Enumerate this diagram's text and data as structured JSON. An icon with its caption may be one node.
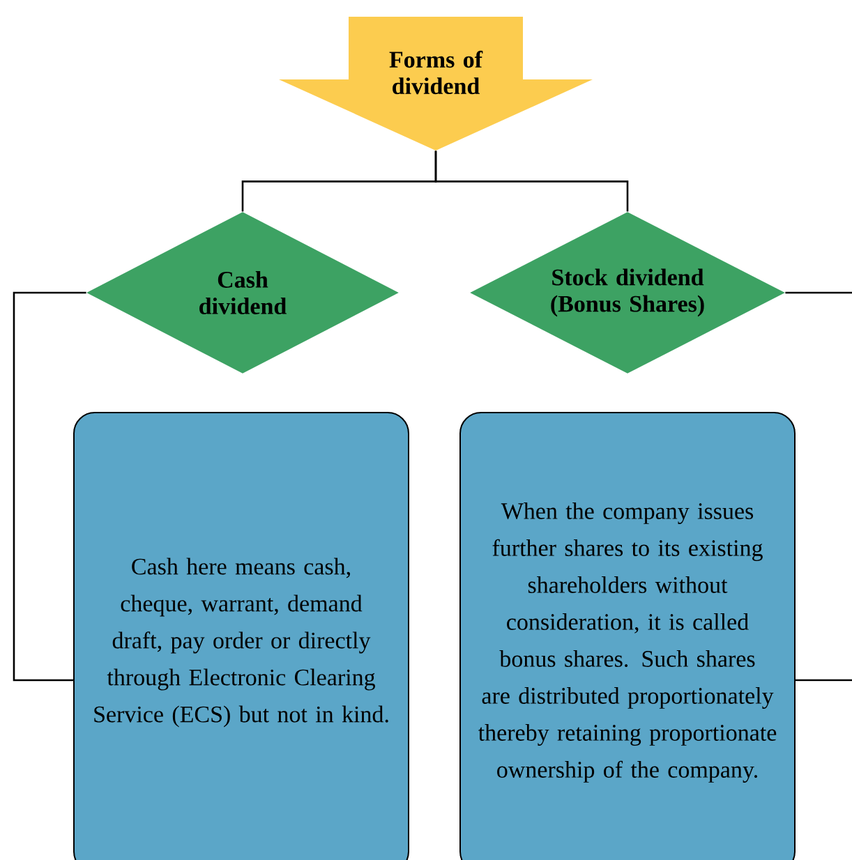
{
  "diagram": {
    "nodes": [
      {
        "text": [
          "Forms of dividend"
        ]
      },
      {
        "text": [
          "Cash dividend"
        ]
      },
      {
        "text": [
          "Stock dividend (Bonus Shares)"
        ]
      },
      {
        "text": [
          "Cash here means cash, cheque, warrant, demand draft, pay order or directly through Electronic Clearing Service (ECS) but not in kind."
        ]
      },
      {
        "text": [
          "When the company issues further shares to its existing shareholders without consideration, it is called bonus shares. Such shares are distributed proportionately thereby retaining proportionate ownership of the company."
        ]
      }
    ],
    "edges": [
      {
        "from": 0,
        "to": 1,
        "arrow": "none"
      },
      {
        "from": 0,
        "to": 2,
        "arrow": "none"
      },
      {
        "from": 1,
        "to": 3,
        "arrow": "none"
      },
      {
        "from": 2,
        "to": 4,
        "arrow": "none"
      }
    ]
  }
}
